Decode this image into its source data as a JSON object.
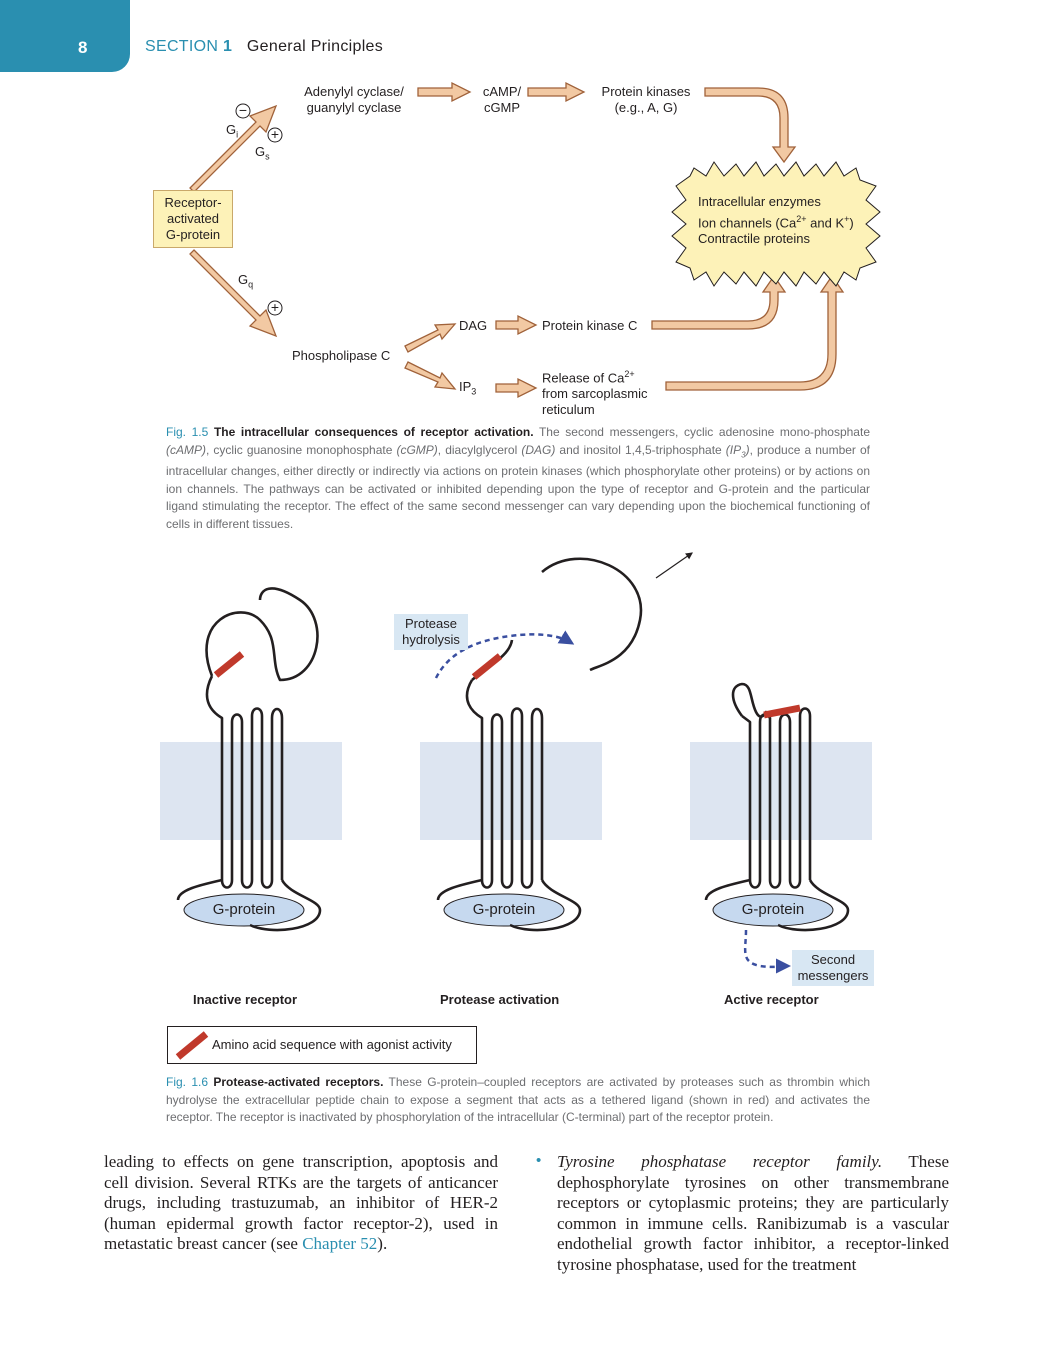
{
  "header": {
    "page_number": "8",
    "section_label": "SECTION",
    "section_number": "1",
    "section_title": "General Principles"
  },
  "fig15": {
    "receptor": [
      "Receptor-",
      "activated",
      "G-protein"
    ],
    "gi": "G",
    "gi_sub": "i",
    "gs": "G",
    "gs_sub": "s",
    "gq": "G",
    "gq_sub": "q",
    "minus": "−",
    "plus": "+",
    "adenylyl": [
      "Adenylyl cyclase/",
      "guanylyl cyclase"
    ],
    "camp": [
      "cAMP/",
      "cGMP"
    ],
    "protein_kinases": [
      "Protein kinases",
      "(e.g., A, G)"
    ],
    "targets": [
      "Intracellular enzymes",
      "Ion channels (Ca",
      "2+",
      " and K",
      "+",
      ")",
      "Contractile proteins"
    ],
    "plc": "Phospholipase C",
    "dag": "DAG",
    "pkc": "Protein kinase C",
    "ip3": "IP",
    "ip3_sub": "3",
    "release": [
      "Release of Ca",
      "2+",
      "from sarcoplasmic",
      "reticulum"
    ]
  },
  "caption15": {
    "fig": "Fig. 1.5",
    "title": "The intracellular consequences of receptor activation.",
    "p1": " The second messengers, cyclic adenosine mono-phosphate ",
    "camp": "(cAMP)",
    "p2": ", cyclic guanosine monophosphate ",
    "cgmp": "(cGMP)",
    "p3": ", diacylglycerol ",
    "dag": "(DAG)",
    "p4": " and inositol 1,4,5-triphosphate ",
    "ip3": "(IP",
    "ip3_sub": "3",
    "ip3_end": ")",
    "p5": ", produce a number of intracellular changes, either directly or indirectly via actions on protein kinases (which phosphorylate other proteins) or by actions on ion channels. The pathways can be activated or inhibited depending upon the type of receptor and G-protein and the particular ligand stimulating the receptor. The effect of the same second messenger can vary depending upon the biochemical functioning of cells in different tissues."
  },
  "fig16": {
    "protease_hydrolysis": [
      "Protease",
      "hydrolysis"
    ],
    "g_protein": "G-protein",
    "second_messengers": [
      "Second",
      "messengers"
    ],
    "labels": [
      "Inactive receptor",
      "Protease activation",
      "Active receptor"
    ],
    "legend": "Amino acid sequence with agonist activity"
  },
  "caption16": {
    "fig": "Fig. 1.6",
    "title": "Protease-activated receptors.",
    "text": " These G-protein–coupled receptors are activated by proteases such as thrombin which hydrolyse the extracellular peptide chain to expose a segment that acts as a tethered ligand (shown in red) and activates the receptor. The receptor is inactivated by phosphorylation of the intracellular (C-terminal) part of the receptor protein."
  },
  "body": {
    "left": "leading to effects on gene transcription, apoptosis and cell division. Several RTKs are the targets of anticancer drugs, including trastuzumab, an inhibitor of HER-2 (human epidermal growth factor receptor-2), used in metastatic breast cancer (see ",
    "left_link": "Chapter 52",
    "left_end": ").",
    "bullet": "•",
    "right_italic": "Tyrosine phosphatase receptor family.",
    "right": " These dephosphorylate tyrosines on other transmembrane receptors or cytoplasmic proteins; they are particularly common in immune cells. Ranibizumab is a vascular endothelial growth factor inhibitor, a receptor-linked tyrosine phosphatase, used for the treatment"
  },
  "colors": {
    "accent": "#2a8fb0",
    "arrow_fill": "#f2c9a3",
    "arrow_stroke": "#a0623a",
    "red_segment": "#c0392b",
    "yellow_box": "#fdf2b8",
    "blue_box": "#d8e7f3",
    "dashed_blue": "#3a4fa0"
  }
}
